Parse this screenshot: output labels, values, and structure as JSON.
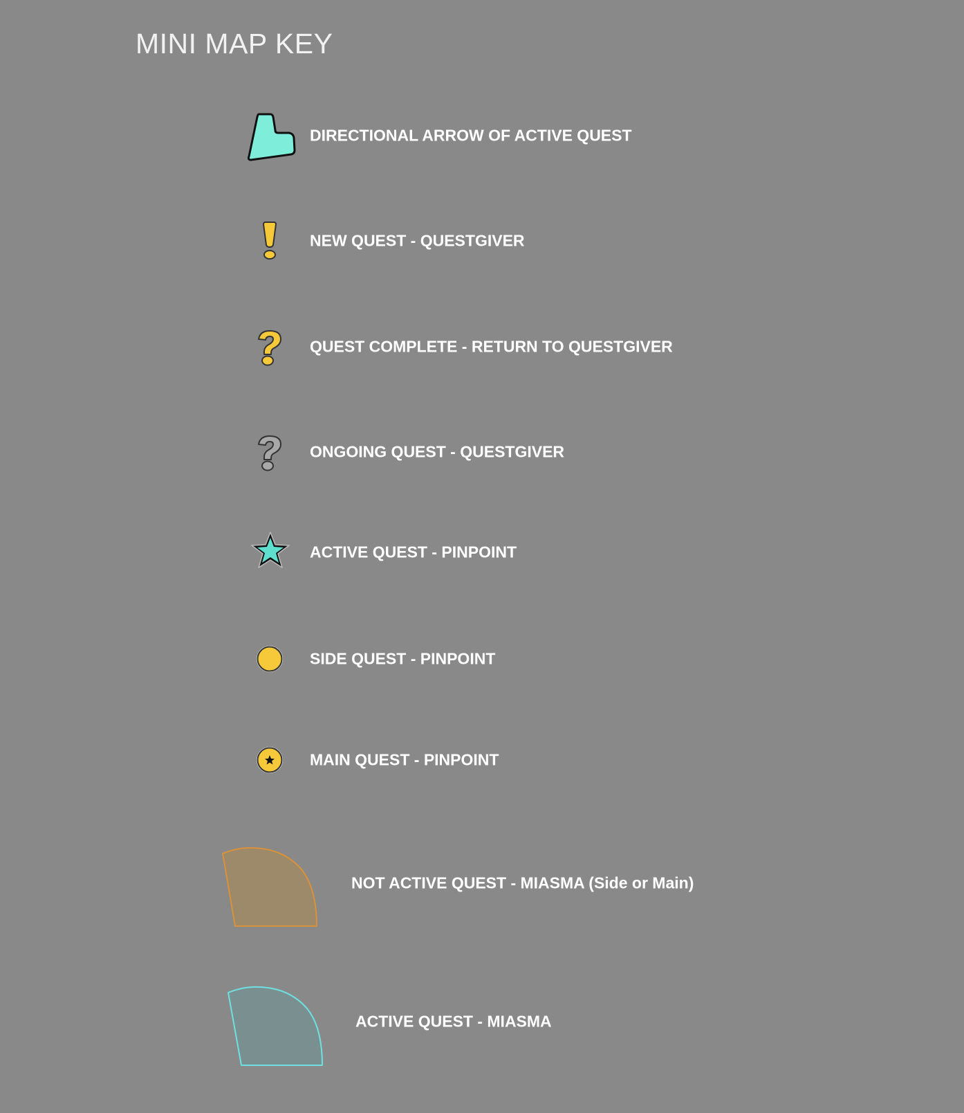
{
  "title": "MINI MAP KEY",
  "legend": [
    {
      "icon": "directional-arrow-icon",
      "label": "DIRECTIONAL ARROW OF ACTIVE QUEST"
    },
    {
      "icon": "exclamation-icon",
      "label": "NEW QUEST - QUESTGIVER"
    },
    {
      "icon": "question-mark-gold-icon",
      "label": "QUEST COMPLETE - RETURN TO QUESTGIVER"
    },
    {
      "icon": "question-mark-grey-icon",
      "label": "ONGOING QUEST - QUESTGIVER"
    },
    {
      "icon": "star-icon",
      "label": "ACTIVE QUEST - PINPOINT"
    },
    {
      "icon": "yellow-circle-icon",
      "label": "SIDE QUEST - PINPOINT"
    },
    {
      "icon": "circle-star-icon",
      "label": "MAIN QUEST - PINPOINT"
    },
    {
      "icon": "orange-miasma-icon",
      "label": "NOT ACTIVE QUEST - MIASMA (Side or Main)"
    },
    {
      "icon": "cyan-miasma-icon",
      "label": "ACTIVE QUEST - MIASMA"
    }
  ],
  "colors": {
    "background": "#898989",
    "cyan": "#7eedda",
    "gold": "#f6c93a",
    "orange_fill": "#9c8a6b",
    "orange_stroke": "#d9923a",
    "teal_fill": "#7a9090",
    "teal_stroke": "#6fe0e0"
  }
}
